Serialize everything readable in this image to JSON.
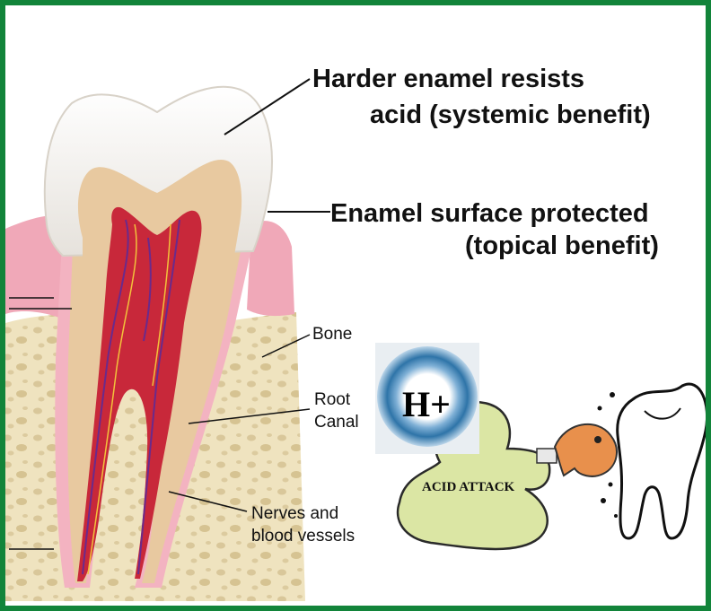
{
  "labels": {
    "enamel_line1": "Harder enamel resists",
    "enamel_line2": "acid (systemic benefit)",
    "surface_line1": "Enamel surface protected",
    "surface_line2": "(topical benefit)",
    "bone": "Bone",
    "root_line1": "Root",
    "root_line2": "Canal",
    "nerves_line1": "Nerves and",
    "nerves_line2": "blood vessels"
  },
  "acid_graphic": {
    "ion": "H+",
    "caption": "ACID ATTACK"
  },
  "colors": {
    "frame_border": "#12843a",
    "enamel": "#f4f1ec",
    "dentin": "#e8c9a0",
    "pulp": "#c8283a",
    "gum": "#f0a8b8",
    "bone": "#efe3bf",
    "acid_blob": "#dbe6a4",
    "fish": "#e8904c",
    "ion_ring": "#3d86b8"
  }
}
